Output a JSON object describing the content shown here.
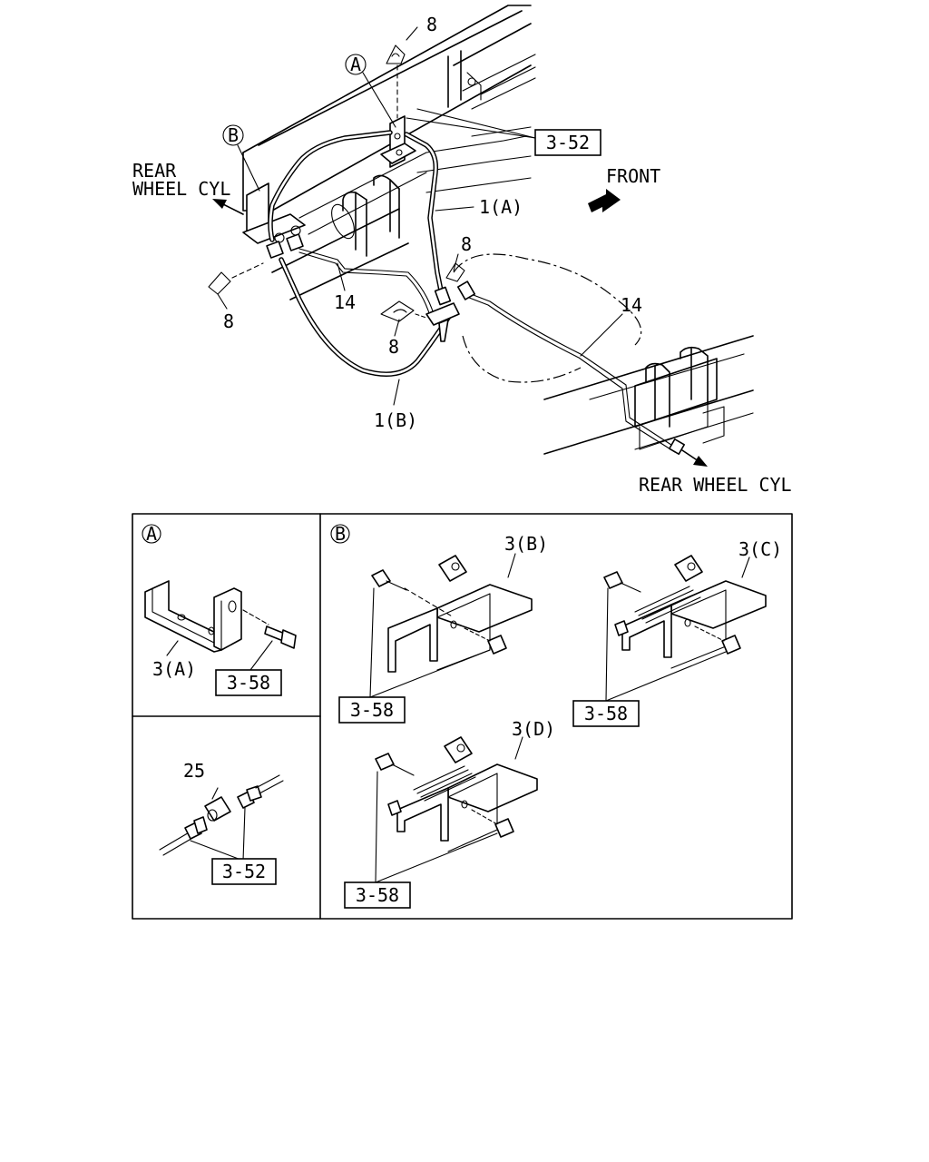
{
  "labels": {
    "part_8": "8",
    "part_1a": "1(A)",
    "part_1b": "1(B)",
    "part_14": "14",
    "part_25": "25",
    "part_3a": "3(A)",
    "part_3b": "3(B)",
    "part_3c": "3(C)",
    "part_3d": "3(D)",
    "ref_3_52": "3-52",
    "ref_3_58": "3-58",
    "callout_a": "A",
    "callout_b": "B",
    "rear_wheel_cyl_line1": "REAR",
    "rear_wheel_cyl_line2": "WHEEL CYL",
    "rear_wheel_cyl": "REAR WHEEL CYL",
    "front": "FRONT"
  }
}
